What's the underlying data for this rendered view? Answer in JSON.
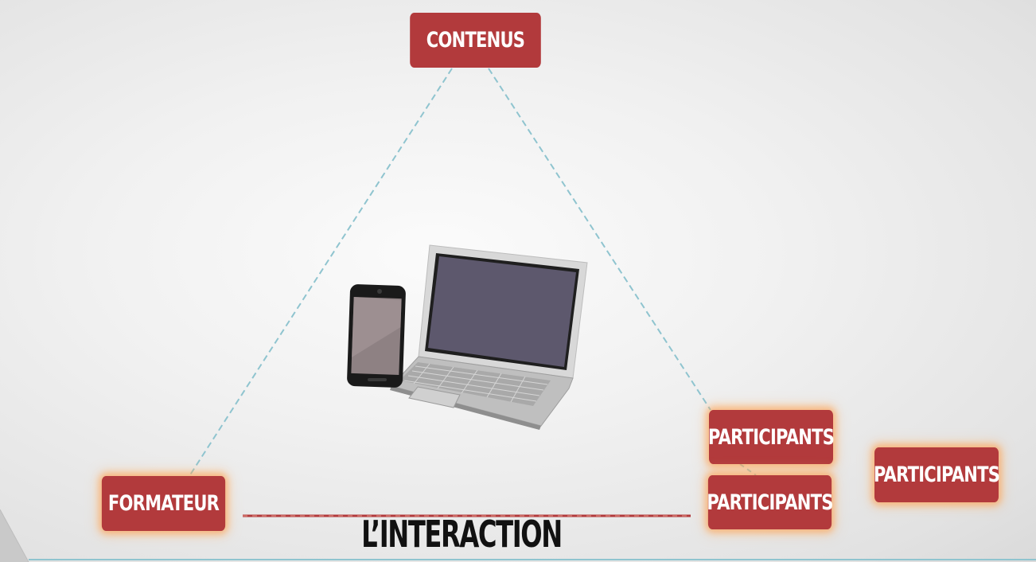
{
  "nodes": {
    "contenus": "CONTENUS",
    "formateur": "FORMATEUR",
    "participants_1": "PARTICIPANTS",
    "participants_2": "PARTICIPANTS",
    "participants_3": "PARTICIPANTS"
  },
  "caption": "L’INTERACTION",
  "colors": {
    "node_fill": "#b23a3c",
    "node_text": "#ffffff",
    "dashed_edge": "#8fc4cf",
    "interaction_line": "#b23a3c",
    "glow": "#ff9a3c"
  },
  "icons": [
    "smartphone-icon",
    "laptop-icon"
  ]
}
